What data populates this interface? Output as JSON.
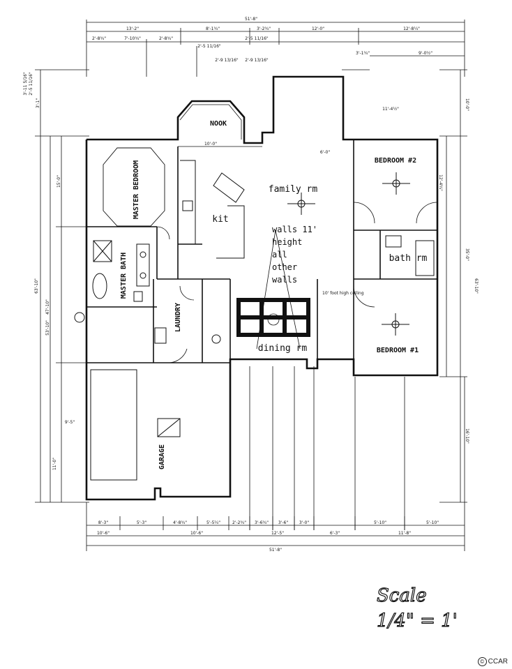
{
  "rooms": {
    "nook": "NOOK",
    "family": "family rm",
    "kit": "kit",
    "master_bedroom": "MASTER BEDROOM",
    "master_bath": "MASTER BATH",
    "laundry": "LAUNDRY",
    "dining": "dining rm",
    "bedroom2": "BEDROOM #2",
    "bedroom1": "BEDROOM #1",
    "bath": "bath rm",
    "garage": "GARAGE"
  },
  "notes": {
    "walls_1": "walls 11'",
    "walls_2": "height",
    "walls_3": "all",
    "walls_4": "other",
    "walls_5": "walls",
    "ceiling": "10' foot high ceiling"
  },
  "dimensions": {
    "top_total": "51'-8\"",
    "bottom_total": "51'-8\"",
    "top_1": "13'-2\"",
    "top_2": "8'-1¾\"",
    "top_3": "3'-2¾\"",
    "top_4": "12'-0\"",
    "top_5": "12'-8¼\"",
    "top_sub_1": "2'-8¾\"",
    "top_sub_2": "7'-10¾\"",
    "top_sub_3": "2'-8¾\"",
    "top_sub_4": "2'-5 11/16\"",
    "top_sub_5": "2'-5 11/16\"",
    "top_sub_6": "2'-9 13/16\"",
    "top_sub_7": "2'-9 13/16\"",
    "right_a": "3'-1¾\"",
    "right_b": "9'-0½\"",
    "right_c": "11'-4½\"",
    "right_d": "10'-0\"",
    "right_e": "35'-0\"",
    "right_f": "63'-10\"",
    "right_g": "16'-10\"",
    "right_h": "12'-4¼\"",
    "left_a": "3'-11 5/16\"",
    "left_b": "2'-5 11/16\"",
    "left_c": "3'-1\"",
    "left_d": "15'-0\"",
    "left_e": "47'-10\"",
    "left_f": "63'-10\"",
    "left_g": "53'-10\"",
    "left_h": "11'-0\"",
    "left_i": "9'-5\"",
    "nook_w": "10'-0\"",
    "fam_w": "6'-0\"",
    "bottom_1": "8'-3\"",
    "bottom_2": "5'-3\"",
    "bottom_3": "4'-8¾\"",
    "bottom_4": "5'-5¼\"",
    "bottom_5": "2'-2¾\"",
    "bottom_6": "3'-6¾\"",
    "bottom_7": "3'-6\"",
    "bottom_8": "3'-0\"",
    "bottom_9": "5'-10\"",
    "bottom_10": "5'-10\"",
    "bottom_row2_1": "10'-6\"",
    "bottom_row2_2": "10'-6\"",
    "bottom_row2_3": "12'-5\"",
    "bottom_row2_4": "6'-3\"",
    "bottom_row2_5": "11'-8\""
  },
  "scale": {
    "line1": "Scale",
    "line2": "1/4\" = 1'"
  },
  "watermark": "CCAR"
}
